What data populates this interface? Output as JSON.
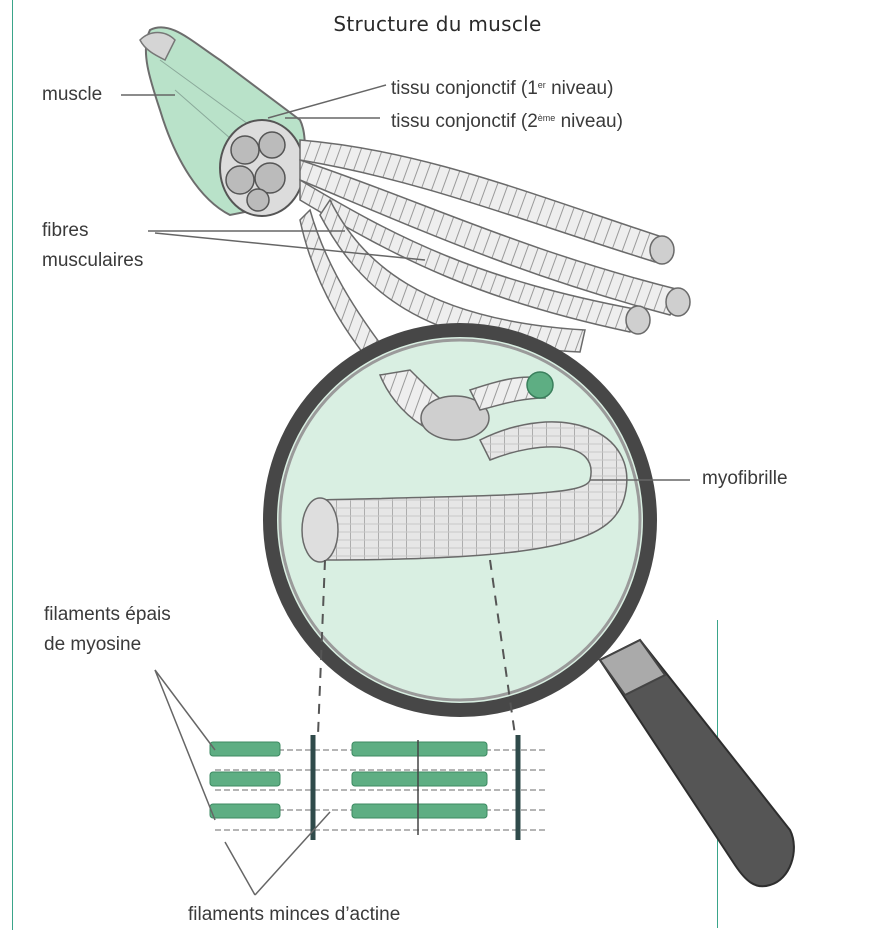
{
  "title": "Structure du muscle",
  "labels": {
    "muscle": "muscle",
    "tissu1_pre": "tissu conjonctif (1",
    "tissu1_sup": "er",
    "tissu1_post": " niveau)",
    "tissu2_pre": "tissu conjonctif (2",
    "tissu2_sup": "ème",
    "tissu2_post": " niveau)",
    "fibres_line1": "fibres",
    "fibres_line2": "musculaires",
    "myofibrille": "myofibrille",
    "myosine_line1": "filaments épais",
    "myosine_line2": "de myosine",
    "actine": "filaments minces d’actine"
  },
  "colors": {
    "accent_green": "#3aa58a",
    "muscle_green": "#b9e2c9",
    "lens_green": "#d9efe2",
    "myosin_green": "#5eae83",
    "line_gray": "#666666"
  }
}
